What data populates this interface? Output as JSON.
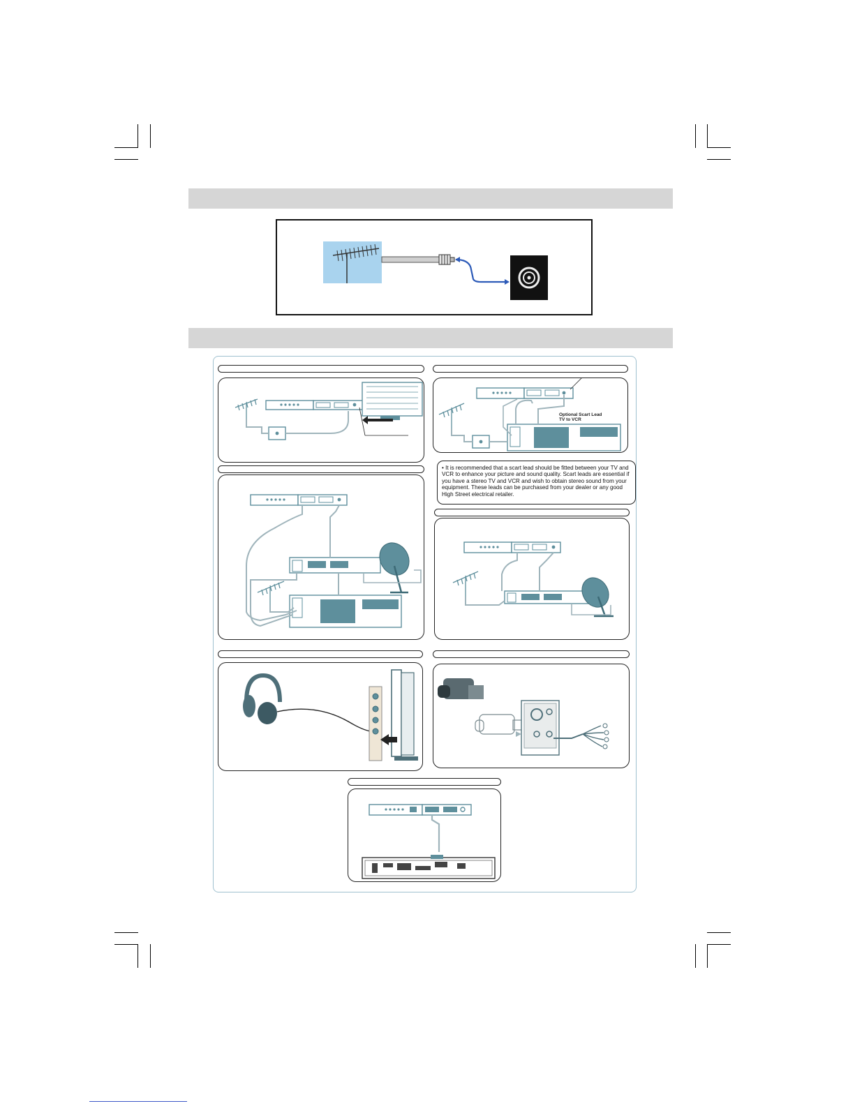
{
  "section_bars": [
    {
      "id": "aerial-connection-bar"
    },
    {
      "id": "peripheral-connections-bar"
    }
  ],
  "diagrams": {
    "aerial": {
      "description_icons": [
        "aerial-icon",
        "rf-plug-icon",
        "tv-aerial-socket-icon"
      ]
    },
    "vcr": {
      "optional_scart_label_line1": "Optional Scart Lead",
      "optional_scart_label_line2": "TV to VCR"
    },
    "scart_note": "• It is recommended that a scart lead should be fitted between your TV and VCR to enhance your picture and sound quality. Scart leads are essential if you have a stereo TV and VCR and wish to obtain stereo sound from your equipment. These leads can be purchased from your dealer or any good High Street electrical retailer."
  },
  "colors": {
    "panel_fill": "#ffffff",
    "diagram_teal": "#5e8f9c",
    "cable_gray": "#9fb4bb",
    "aerial_sky": "#a9d3ee",
    "blue_cable": "#2c5ab8"
  }
}
